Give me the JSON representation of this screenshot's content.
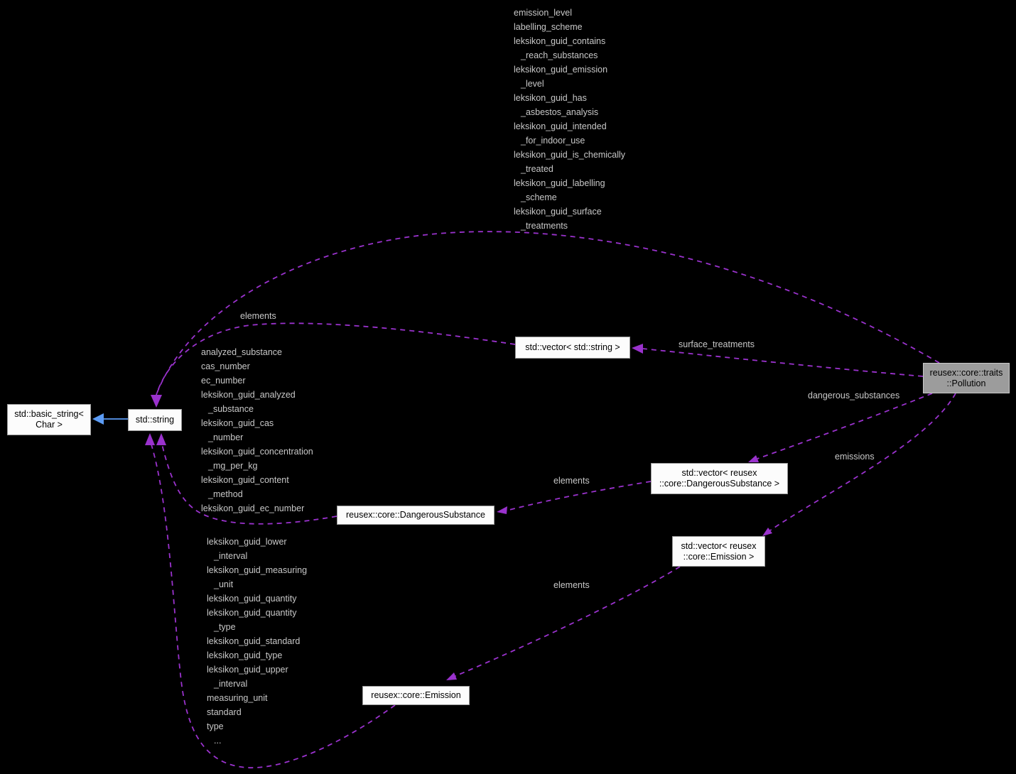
{
  "diagram_type": "doxygen-collaboration-graph",
  "colors": {
    "background": "#000000",
    "usage_edge": "#9a32cd",
    "inheritance_edge": "#5c9cf5",
    "node_fill": "#fcfcfc",
    "node_border": "#9a9a9a",
    "main_node_fill": "#9c9c9c",
    "label_text": "#c8c8c8"
  },
  "nodes": {
    "basic_string": {
      "lines": [
        "std::basic_string<",
        "Char >"
      ]
    },
    "string": {
      "lines": [
        "std::string"
      ]
    },
    "vector_string": {
      "lines": [
        "std::vector< std::string >"
      ]
    },
    "pollution": {
      "lines": [
        "reusex::core::traits",
        "::Pollution"
      ]
    },
    "vector_dangerous": {
      "lines": [
        "std::vector< reusex",
        "::core::DangerousSubstance >"
      ]
    },
    "dangerous": {
      "lines": [
        "reusex::core::DangerousSubstance"
      ]
    },
    "vector_emission": {
      "lines": [
        "std::vector< reusex",
        "::core::Emission >"
      ]
    },
    "emission": {
      "lines": [
        "reusex::core::Emission"
      ]
    }
  },
  "edge_labels": {
    "elements_vector_string": "elements",
    "surface_treatments": "surface_treatments",
    "dangerous_substances": "dangerous_substances",
    "emissions": "emissions",
    "elements_vector_dangerous": "elements",
    "elements_vector_emission": "elements"
  },
  "field_blocks": {
    "pollution_to_string": {
      "lines": [
        "emission_level",
        "labelling_scheme",
        "leksikon_guid_contains",
        "_reach_substances",
        "leksikon_guid_emission",
        "_level",
        "leksikon_guid_has",
        "_asbestos_analysis",
        "leksikon_guid_intended",
        "_for_indoor_use",
        "leksikon_guid_is_chemically",
        "_treated",
        "leksikon_guid_labelling",
        "_scheme",
        "leksikon_guid_surface",
        "_treatments"
      ]
    },
    "dangerous_to_string": {
      "lines": [
        "analyzed_substance",
        "cas_number",
        "ec_number",
        "leksikon_guid_analyzed",
        "_substance",
        "leksikon_guid_cas",
        "_number",
        "leksikon_guid_concentration",
        "_mg_per_kg",
        "leksikon_guid_content",
        "_method",
        "leksikon_guid_ec_number"
      ]
    },
    "emission_to_string": {
      "lines": [
        "leksikon_guid_lower",
        "_interval",
        "leksikon_guid_measuring",
        "_unit",
        "leksikon_guid_quantity",
        "leksikon_guid_quantity",
        "_type",
        "leksikon_guid_standard",
        "leksikon_guid_type",
        "leksikon_guid_upper",
        "_interval",
        "measuring_unit",
        "standard",
        "type",
        "..."
      ]
    }
  }
}
